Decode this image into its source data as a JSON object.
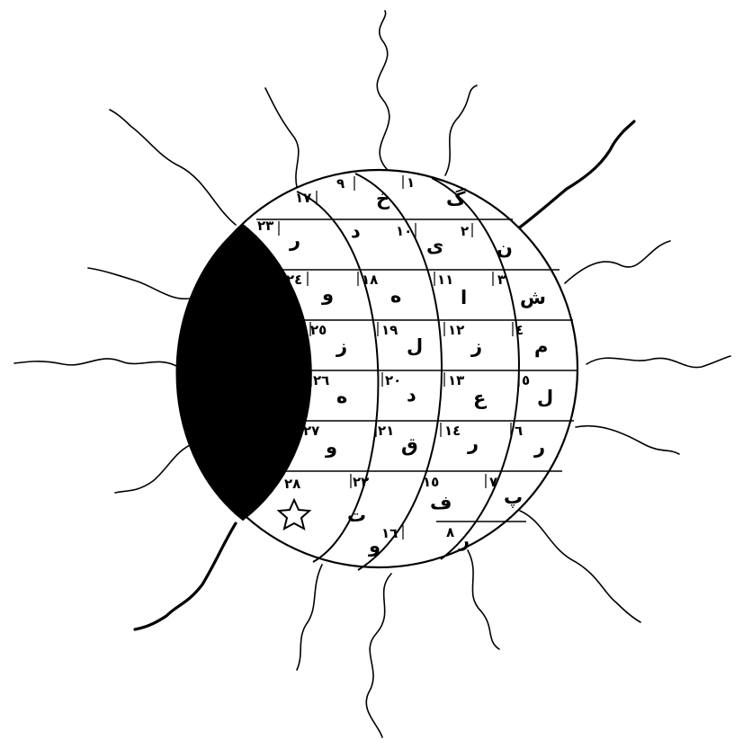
{
  "diagram": {
    "ink_color": "#000000",
    "background": "#ffffff",
    "eclipse_fill": "#000000",
    "cells": [
      {
        "letter": "گ",
        "number": "١"
      },
      {
        "letter": "ن",
        "number": "٢"
      },
      {
        "letter": "ش",
        "number": "٣"
      },
      {
        "letter": "م",
        "number": "٤"
      },
      {
        "letter": "ل",
        "number": "٥"
      },
      {
        "letter": "ر",
        "number": "٦"
      },
      {
        "letter": "پ",
        "number": "٧"
      },
      {
        "letter": "ر",
        "number": "٨"
      },
      {
        "letter": "خ",
        "number": "٩"
      },
      {
        "letter": "ی",
        "number": "١٠"
      },
      {
        "letter": "ا",
        "number": "١١"
      },
      {
        "letter": "ز",
        "number": "١٢"
      },
      {
        "letter": "ع",
        "number": "١٣"
      },
      {
        "letter": "ر",
        "number": "١٤"
      },
      {
        "letter": "ف",
        "number": "١٥"
      },
      {
        "letter": "و",
        "number": "١٦"
      },
      {
        "letter": "د",
        "number": "١٧"
      },
      {
        "letter": "ه",
        "number": "١٨"
      },
      {
        "letter": "ل",
        "number": "١٩"
      },
      {
        "letter": "د",
        "number": "٢٠"
      },
      {
        "letter": "ق",
        "number": "٢١"
      },
      {
        "letter": "ت",
        "number": "٢٢"
      },
      {
        "letter": "ر",
        "number": "٢٣"
      },
      {
        "letter": "و",
        "number": "٢٤"
      },
      {
        "letter": "ز",
        "number": "٢٥"
      },
      {
        "letter": "ه",
        "number": "٢٦"
      },
      {
        "letter": "و",
        "number": "٢٧"
      },
      {
        "letter": "",
        "number": "٢٨",
        "icon": "star-outline-icon"
      }
    ]
  }
}
